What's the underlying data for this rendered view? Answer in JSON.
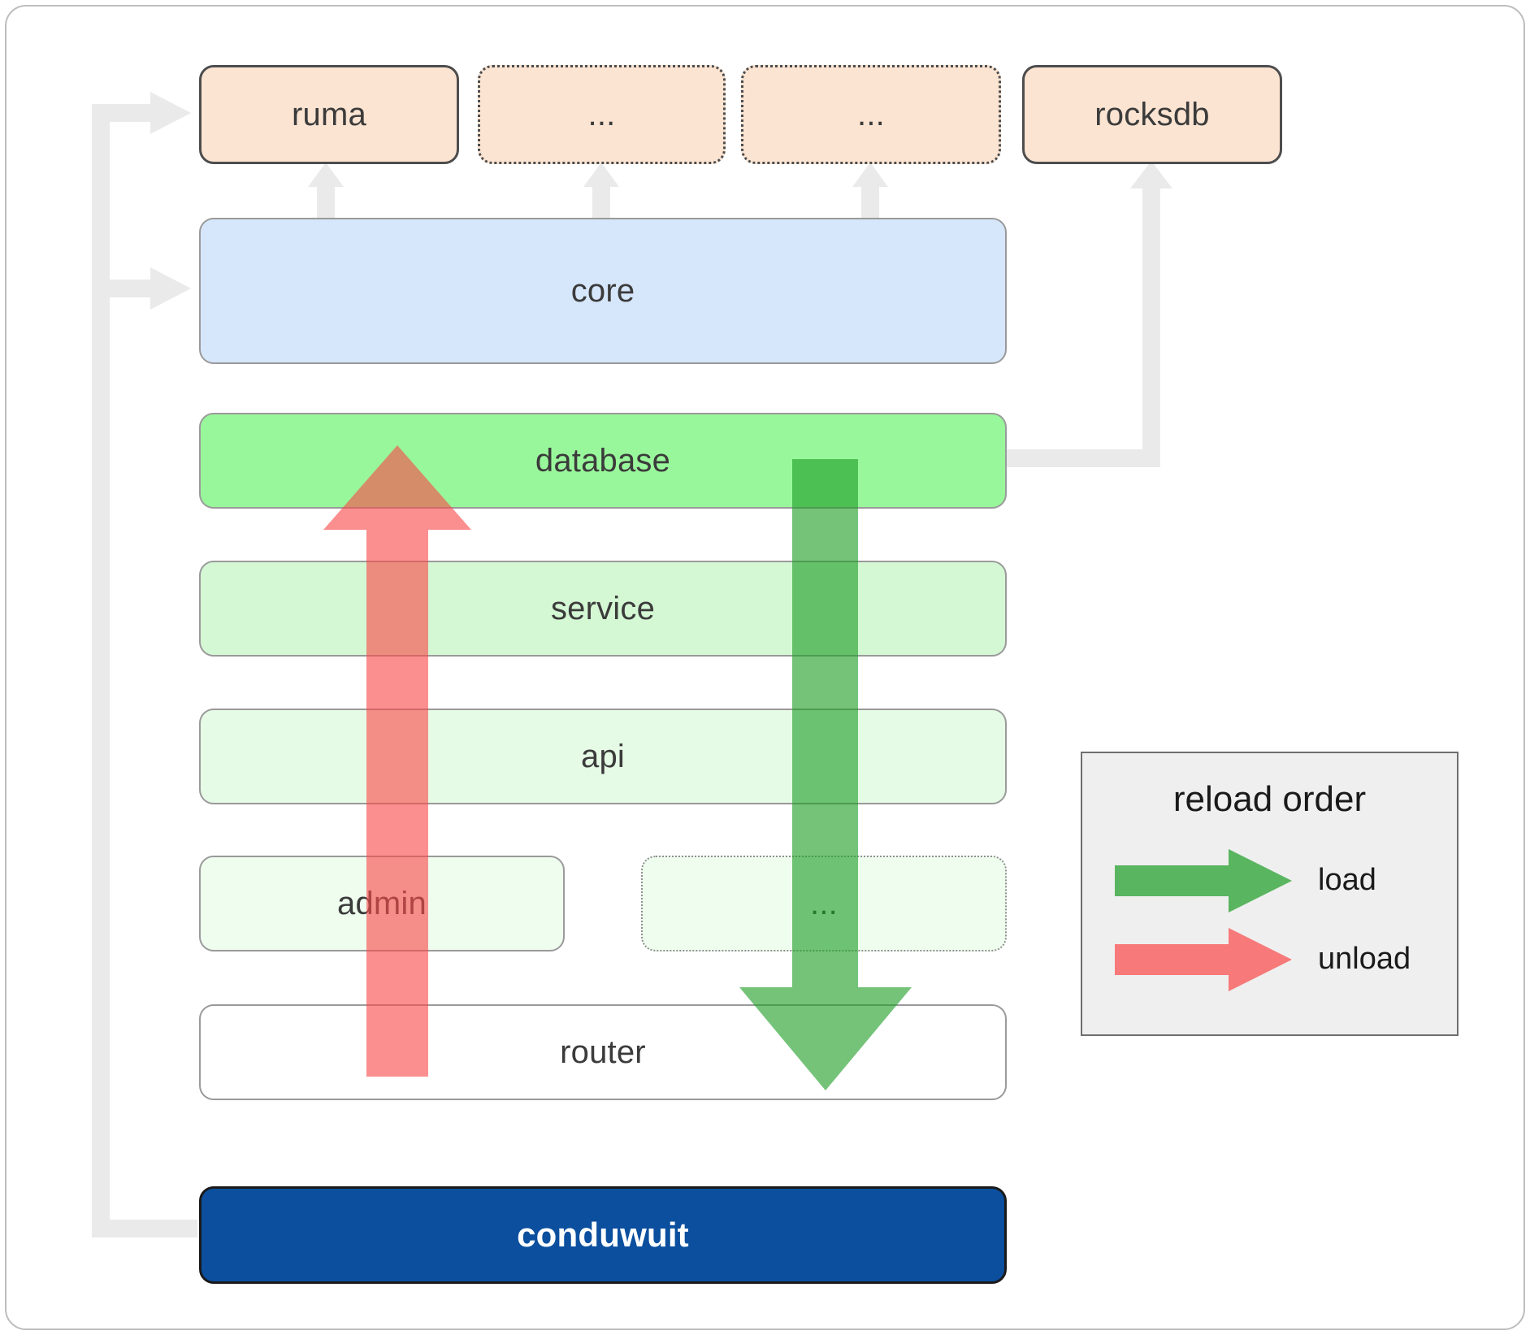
{
  "diagram": {
    "title": "conduwuit crate / reload order architecture",
    "colors": {
      "crate_fill": "#fce4d2",
      "crate_stroke": "#4d4d4d",
      "core_fill": "#d6e6fb",
      "database_fill": "#99f79b",
      "service_fill": "#d4f8d4",
      "api_fill": "#e6fbe6",
      "admin_fill": "#effdef",
      "router_fill": "#ffffff",
      "root_fill": "#0b4f9e",
      "connector_grey": "#eaeaea",
      "load_green": "#4caf50",
      "unload_red": "#fa8a8a",
      "legend_bg": "#efefef"
    },
    "external_crates": [
      {
        "id": "ruma",
        "label": "ruma",
        "style": "solid"
      },
      {
        "id": "ext1",
        "label": "...",
        "style": "dotted"
      },
      {
        "id": "ext2",
        "label": "...",
        "style": "dotted"
      },
      {
        "id": "rocksdb",
        "label": "rocksdb",
        "style": "solid"
      }
    ],
    "layers": [
      {
        "id": "core",
        "label": "core",
        "style": "solid"
      },
      {
        "id": "database",
        "label": "database",
        "style": "solid"
      },
      {
        "id": "service",
        "label": "service",
        "style": "solid"
      },
      {
        "id": "api",
        "label": "api",
        "style": "solid"
      },
      {
        "id": "admin",
        "label": "admin",
        "style": "solid"
      },
      {
        "id": "more",
        "label": "...",
        "style": "dotted"
      },
      {
        "id": "router",
        "label": "router",
        "style": "solid"
      }
    ],
    "root": {
      "id": "conduwuit",
      "label": "conduwuit"
    },
    "legend": {
      "title": "reload order",
      "items": [
        {
          "id": "load",
          "label": "load",
          "color": "#4caf50"
        },
        {
          "id": "unload",
          "label": "unload",
          "color": "#fa8a8a"
        }
      ]
    },
    "flows": [
      {
        "id": "load-arrow",
        "direction": "down",
        "meaning": "load",
        "from": "database",
        "to": "router"
      },
      {
        "id": "unload-arrow",
        "direction": "up",
        "meaning": "unload",
        "from": "router",
        "to": "database"
      }
    ]
  }
}
